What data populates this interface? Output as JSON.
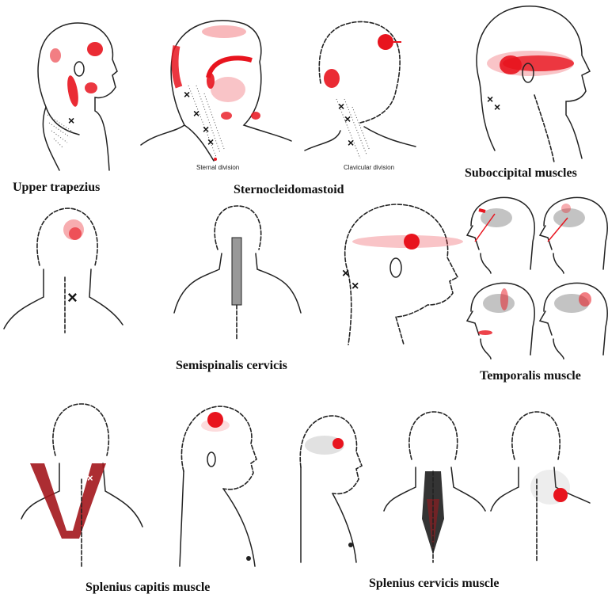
{
  "figure": {
    "title": "Neck and head muscle trigger points and referred pain patterns",
    "colors": {
      "referred_pain": "#e8141e",
      "muscle_fill": "#a3161c",
      "line": "#222222",
      "background": "#ffffff"
    },
    "panels": [
      {
        "id": "upper-trapezius",
        "caption": "Upper trapezius",
        "view": "side",
        "trigger_points": 1
      },
      {
        "id": "sternocleidomastoid",
        "caption": "Sternocleidomastoid",
        "sublabels": [
          "Sternal division",
          "Clavicular division"
        ],
        "trigger_points": [
          4,
          3
        ]
      },
      {
        "id": "suboccipital",
        "caption": "Suboccipital muscles",
        "view": "side",
        "trigger_points": 2
      },
      {
        "id": "semispinalis-cervicis",
        "caption": "Semispinalis cervicis",
        "views": [
          "back-with-pain",
          "back-muscle",
          "side-with-pain"
        ],
        "trigger_points": [
          1,
          0,
          2
        ]
      },
      {
        "id": "temporalis",
        "caption": "Temporalis muscle",
        "views": 4
      },
      {
        "id": "splenius-capitis",
        "caption": "Splenius capitis muscle",
        "views": [
          "back-muscle",
          "side-pain"
        ]
      },
      {
        "id": "splenius-cervicis",
        "caption": "Splenius cervicis muscle",
        "views": [
          "side-pain",
          "back-muscle",
          "back-pain"
        ]
      }
    ]
  },
  "captions": {
    "upper_trapezius": "Upper trapezius",
    "sternal_division": "Sternal division",
    "clavicular_division": "Clavicular division",
    "sternocleidomastoid": "Sternocleidomastoid",
    "suboccipital": "Suboccipital muscles",
    "semispinalis": "Semispinalis cervicis",
    "temporalis": "Temporalis muscle",
    "splenius_capitis": "Splenius capitis muscle",
    "splenius_cervicis": "Splenius cervicis muscle"
  }
}
